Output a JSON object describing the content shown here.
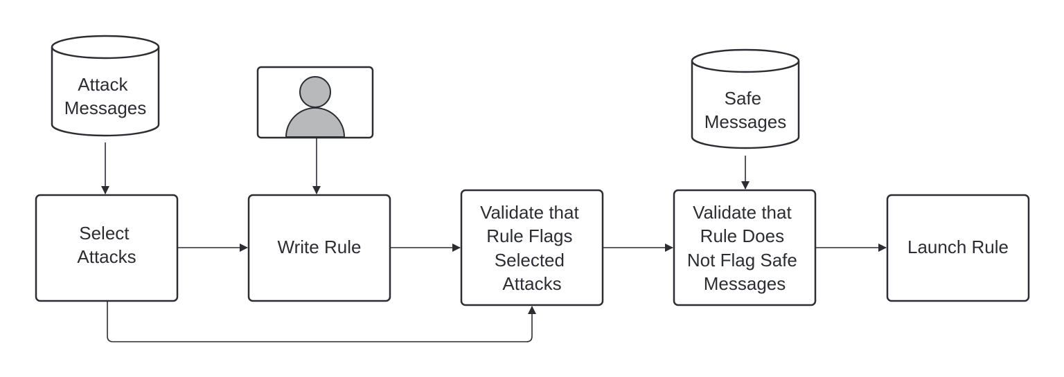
{
  "diagram": {
    "colors": {
      "stroke": "#2b2d33",
      "fill": "#ffffff",
      "person_fill": "#b8b9bb",
      "text": "#2b2d33"
    },
    "databases": {
      "attack_messages": {
        "lines": [
          "Attack",
          "Messages"
        ]
      },
      "safe_messages": {
        "lines": [
          "Safe",
          "Messages"
        ]
      }
    },
    "actor": {
      "icon": "person-icon"
    },
    "steps": {
      "select_attacks": {
        "lines": [
          "Select",
          "Attacks"
        ]
      },
      "write_rule": {
        "lines": [
          "Write Rule"
        ]
      },
      "validate_flags": {
        "lines": [
          "Validate that",
          "Rule Flags",
          "Selected",
          "Attacks"
        ]
      },
      "validate_safe": {
        "lines": [
          "Validate that",
          "Rule Does",
          "Not Flag Safe",
          "Messages"
        ]
      },
      "launch_rule": {
        "lines": [
          "Launch Rule"
        ]
      }
    }
  }
}
